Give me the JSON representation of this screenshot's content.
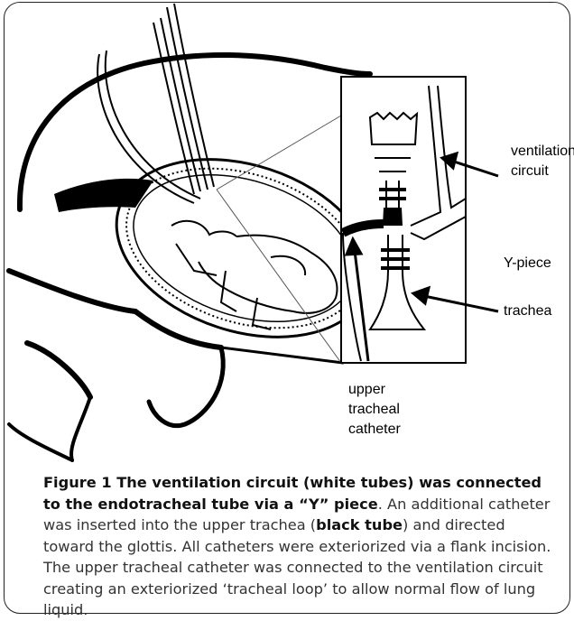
{
  "labels": {
    "ventilation_circuit_line1": "ventilation",
    "ventilation_circuit_line2": "circuit",
    "y_piece": "Y-piece",
    "trachea": "trachea",
    "upper_tracheal_catheter_line1": "upper",
    "upper_tracheal_catheter_line2": "tracheal",
    "upper_tracheal_catheter_line3": "catheter"
  },
  "caption": {
    "title": "Figure 1 The ventilation circuit (white tubes) was connected to the endotracheal tube via a “Y” piece",
    "text_1": ". An additional catheter was inserted into the upper trachea (",
    "emphasis": "black tube",
    "text_2": ") and directed toward the glottis. All catheters were exteriorized via a flank incision. The upper tracheal catheter was connected to the ventilation circuit creating an exteriorized ‘tracheal loop’ to allow normal flow of lung liquid."
  }
}
